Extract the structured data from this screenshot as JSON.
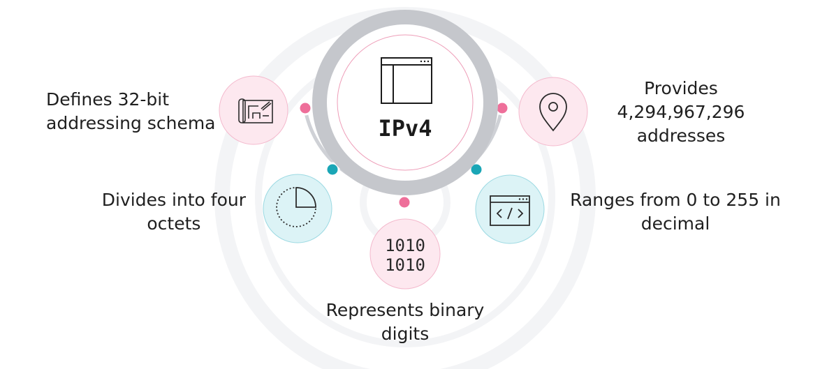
{
  "title": "IPv4",
  "features": [
    {
      "lines": [
        "Defines 32-bit",
        "addressing schema"
      ],
      "icon": "blueprint-icon",
      "color": "#f6d3e0"
    },
    {
      "lines": [
        "Divides into four",
        "octets"
      ],
      "icon": "pie-segment-icon",
      "color": "#c8ecf1"
    },
    {
      "lines": [
        "Represents binary",
        "digits"
      ],
      "icon": "binary-digits-icon",
      "glyph": [
        "1010",
        "1010"
      ],
      "color": "#f6d3e0"
    },
    {
      "lines": [
        "Ranges from 0 to 255 in",
        "decimal"
      ],
      "icon": "code-window-icon",
      "color": "#c8ecf1"
    },
    {
      "lines": [
        "Provides",
        "4,294,967,296",
        "addresses"
      ],
      "icon": "location-pin-icon",
      "color": "#f6d3e0"
    }
  ],
  "colors": {
    "pink_accent": "#ee6f9a",
    "teal_accent": "#1aa6b6",
    "ring_gray": "#c5c7cc",
    "arc_gray": "#cfd1d6"
  }
}
